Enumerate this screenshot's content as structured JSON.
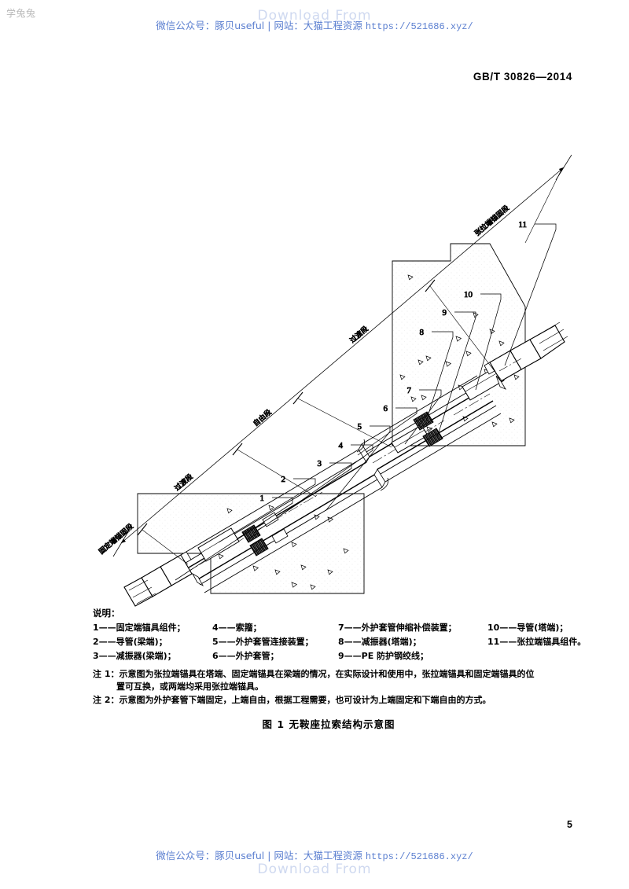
{
  "watermarks": {
    "corner": "学兔兔",
    "banner_prefix": "微信公众号：豚贝useful | 网站：大猫工程资源 ",
    "banner_url": "https://521686.xyz/",
    "download_overlay": "Download From"
  },
  "header": {
    "standard_number": "GB/T 30826—2014"
  },
  "footer": {
    "page_number": "5"
  },
  "figure": {
    "segments": [
      {
        "id": "fixed-end-anchorage",
        "label": "固定端锚固段"
      },
      {
        "id": "transition-lower",
        "label": "过渡段"
      },
      {
        "id": "free",
        "label": "自由段"
      },
      {
        "id": "transition-upper",
        "label": "过渡段"
      },
      {
        "id": "tension-end-anchorage",
        "label": "张拉端锚固段"
      }
    ],
    "callouts": [
      "1",
      "2",
      "3",
      "4",
      "5",
      "6",
      "7",
      "8",
      "9",
      "10",
      "11"
    ]
  },
  "legend": {
    "title": "说明：",
    "items": [
      {
        "num": "1",
        "text": "固定端锚具组件；"
      },
      {
        "num": "4",
        "text": "索籀；"
      },
      {
        "num": "7",
        "text": "外护套管伸缩补偿装置；"
      },
      {
        "num": "10",
        "text": "导管(塔端)；"
      },
      {
        "num": "2",
        "text": "导管(梁端)；"
      },
      {
        "num": "5",
        "text": "外护套管连接装置；"
      },
      {
        "num": "8",
        "text": "减振器(塔端)；"
      },
      {
        "num": "11",
        "text": "张拉端锚具组件。"
      },
      {
        "num": "3",
        "text": "减振器(梁端)；"
      },
      {
        "num": "6",
        "text": "外护套管；"
      },
      {
        "num": "9",
        "text": "PE 防护钢绞线；"
      },
      {
        "num": "",
        "text": ""
      }
    ],
    "notes": [
      {
        "label": "注 1：",
        "text": "示意图为张拉端锚具在塔端、固定端锚具在梁端的情况，在实际设计和使用中，张拉端锚具和固定端锚具的位",
        "cont": "置可互换，或两端均采用张拉端锚具。"
      },
      {
        "label": "注 2：",
        "text": "示意图为外护套管下端固定，上端自由，根据工程需要，也可设计为上端固定和下端自由的方式。",
        "cont": ""
      }
    ],
    "caption": "图 1   无鞍座拉索结构示意图"
  }
}
